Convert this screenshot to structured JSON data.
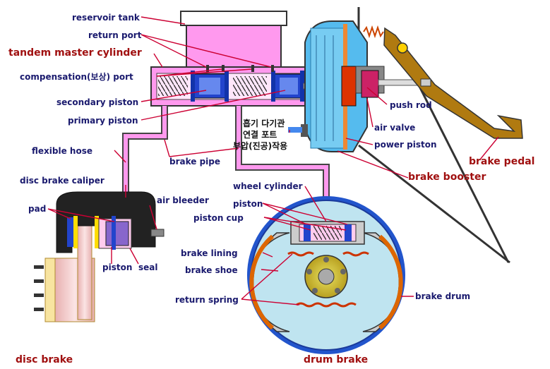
{
  "labels": {
    "reservoir_tank": "reservoir tank",
    "return_port": "return port",
    "tandem_master_cylinder": "tandem master cylinder",
    "compensation_port": "compensation(보상) port",
    "secondary_piston": "secondary piston",
    "primary_piston": "primary piston",
    "flexible_hose": "flexible hose",
    "brake_pipe": "brake pipe",
    "disc_brake_caliper": "disc brake caliper",
    "pad": "pad",
    "air_bleeder": "air bleeder",
    "piston": "piston",
    "seal": "seal",
    "disc_brake": "disc brake",
    "wheel_cylinder": "wheel cylinder",
    "drum_piston": "piston",
    "piston_cup": "piston cup",
    "brake_lining": "brake lining",
    "brake_shoe": "brake shoe",
    "return_spring": "return spring",
    "drum_brake": "drum brake",
    "brake_drum": "brake drum",
    "intake_line": "흡기 다기관",
    "connect_port": "연결 포트",
    "vacuum_action": "부압(진공)작용",
    "push_rod": "push rod",
    "air_valve": "air valve",
    "power_piston": "power piston",
    "brake_booster": "brake booster",
    "brake_pedal": "brake pedal"
  },
  "colors": {
    "label_text": "#1a1a6e",
    "title_text": "#a01010",
    "fluid": "#ff99ee",
    "booster": "#55bbee",
    "piston_blue": "#2244cc",
    "pedal": "#b07a10",
    "drum_blue": "#2255cc",
    "shoe_orange": "#dd6600",
    "caliper": "#222222",
    "disc_pink": "#f2c8c8"
  }
}
